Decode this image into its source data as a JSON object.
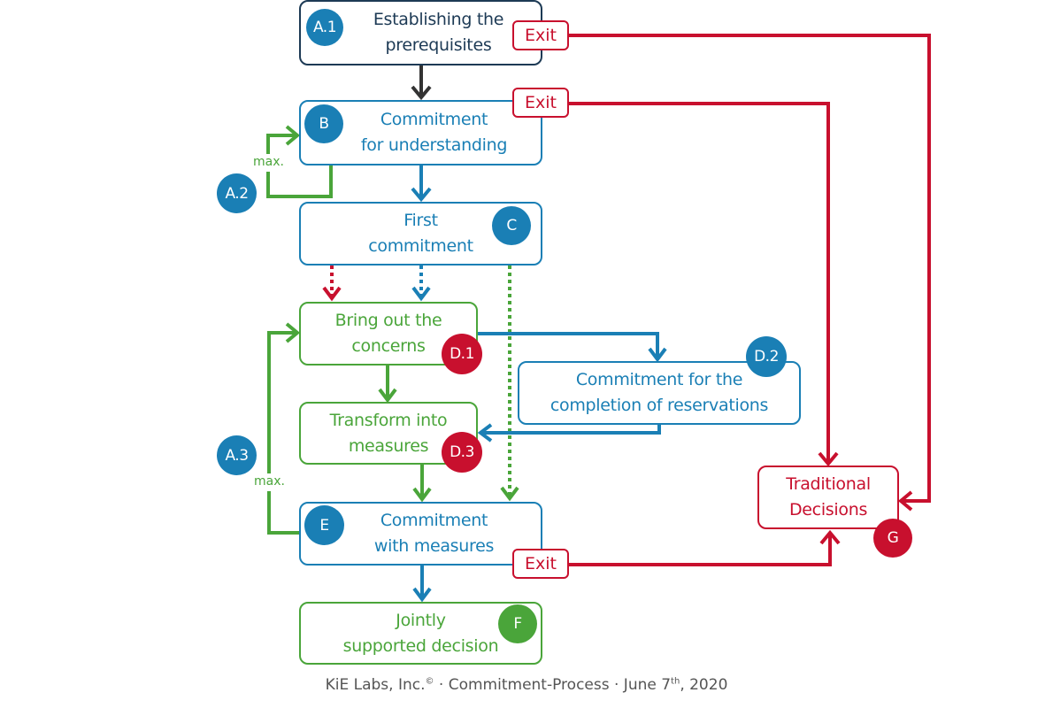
{
  "colors": {
    "dark": "#1d3a55",
    "blue": "#1a7fb5",
    "green": "#4aa53a",
    "red": "#c8102e"
  },
  "nodes": {
    "a1": {
      "badge": "A.1",
      "text": "Establishing  the\nprerequisites"
    },
    "b": {
      "badge": "B",
      "text": "Commitment\nfor understanding"
    },
    "c": {
      "badge": "C",
      "text": "First\ncommitment"
    },
    "d1": {
      "badge": "D.1",
      "text": "Bring out the\nconcerns"
    },
    "d2": {
      "badge": "D.2",
      "text": "Commitment for the\ncompletion of reservations"
    },
    "d3": {
      "badge": "D.3",
      "text": "Transform into\nmeasures"
    },
    "e": {
      "badge": "E",
      "text": "Commitment\nwith measures"
    },
    "f": {
      "badge": "F",
      "text": "Jointly\nsupported  decision"
    },
    "g": {
      "badge": "G",
      "text": "Traditional\nDecisions"
    }
  },
  "loops": {
    "a2": {
      "badge": "A.2",
      "label": "max."
    },
    "a3": {
      "badge": "A.3",
      "label": "max."
    }
  },
  "exits": {
    "a1": "Exit",
    "b": "Exit",
    "e": "Exit"
  },
  "footer": {
    "company": "KiE Labs, Inc.",
    "copyright": "©",
    "process": " · Commitment-Process · June 7",
    "ordinal": "th",
    "year": ", 2020"
  }
}
